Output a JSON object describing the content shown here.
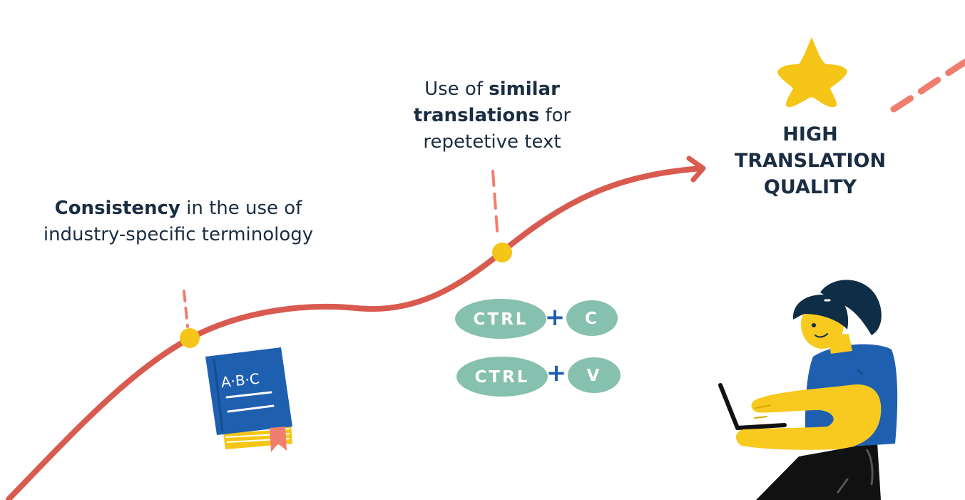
{
  "milestones": [
    {
      "bold": "Consistency",
      "rest": " in the use of industry-specific terminology"
    },
    {
      "pre": "Use of ",
      "bold1": "similar",
      "bold2": "translations",
      "rest1": " for",
      "rest2": "repetetive text"
    }
  ],
  "goal": {
    "lines": [
      "HIGH",
      "TRANSLATION",
      "QUALITY"
    ]
  },
  "book": {
    "label": "A·B·C"
  },
  "shortcuts": [
    {
      "key1": "CTRL",
      "plus": "+",
      "key2": "C"
    },
    {
      "key1": "CTRL",
      "plus": "+",
      "key2": "V"
    }
  ],
  "colors": {
    "path": "#d95a4e",
    "dash": "#f07e6e",
    "milestone_dot": "#f5c518",
    "text": "#1b2d42",
    "key_bg": "#86c0ae",
    "book_blue": "#1f5fb0",
    "book_pages": "#f5c518",
    "star": "#f5c518",
    "shirt": "#1f5fb0",
    "hair": "#0f2d45",
    "skin": "#f8c91f"
  },
  "icons": [
    "book-icon",
    "star-icon",
    "woman-with-laptop-illustration"
  ]
}
